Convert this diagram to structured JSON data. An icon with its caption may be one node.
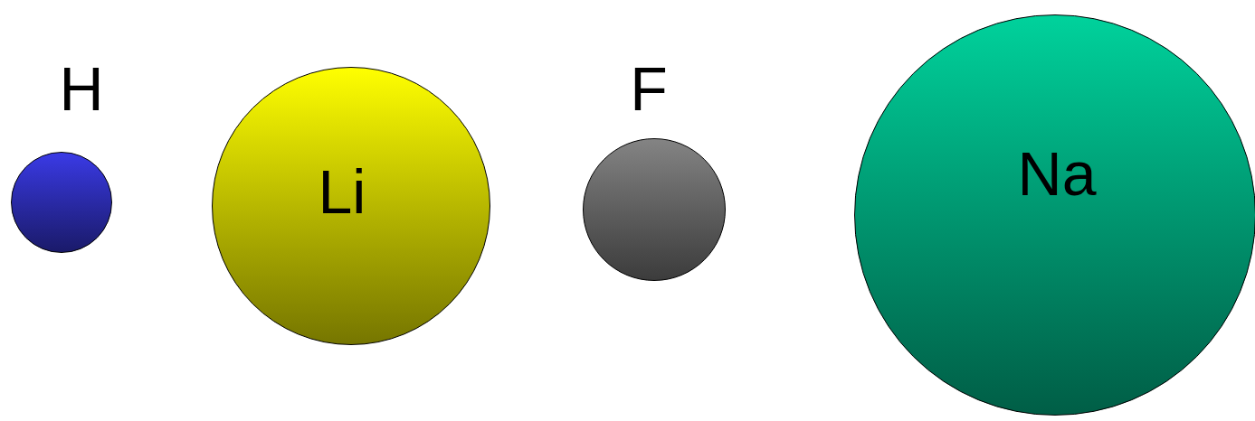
{
  "diagram": {
    "nodes": [
      {
        "text": [
          "H"
        ]
      },
      {
        "text": [
          "Li"
        ]
      },
      {
        "text": [
          "F"
        ]
      },
      {
        "text": [
          "Na"
        ]
      }
    ]
  }
}
